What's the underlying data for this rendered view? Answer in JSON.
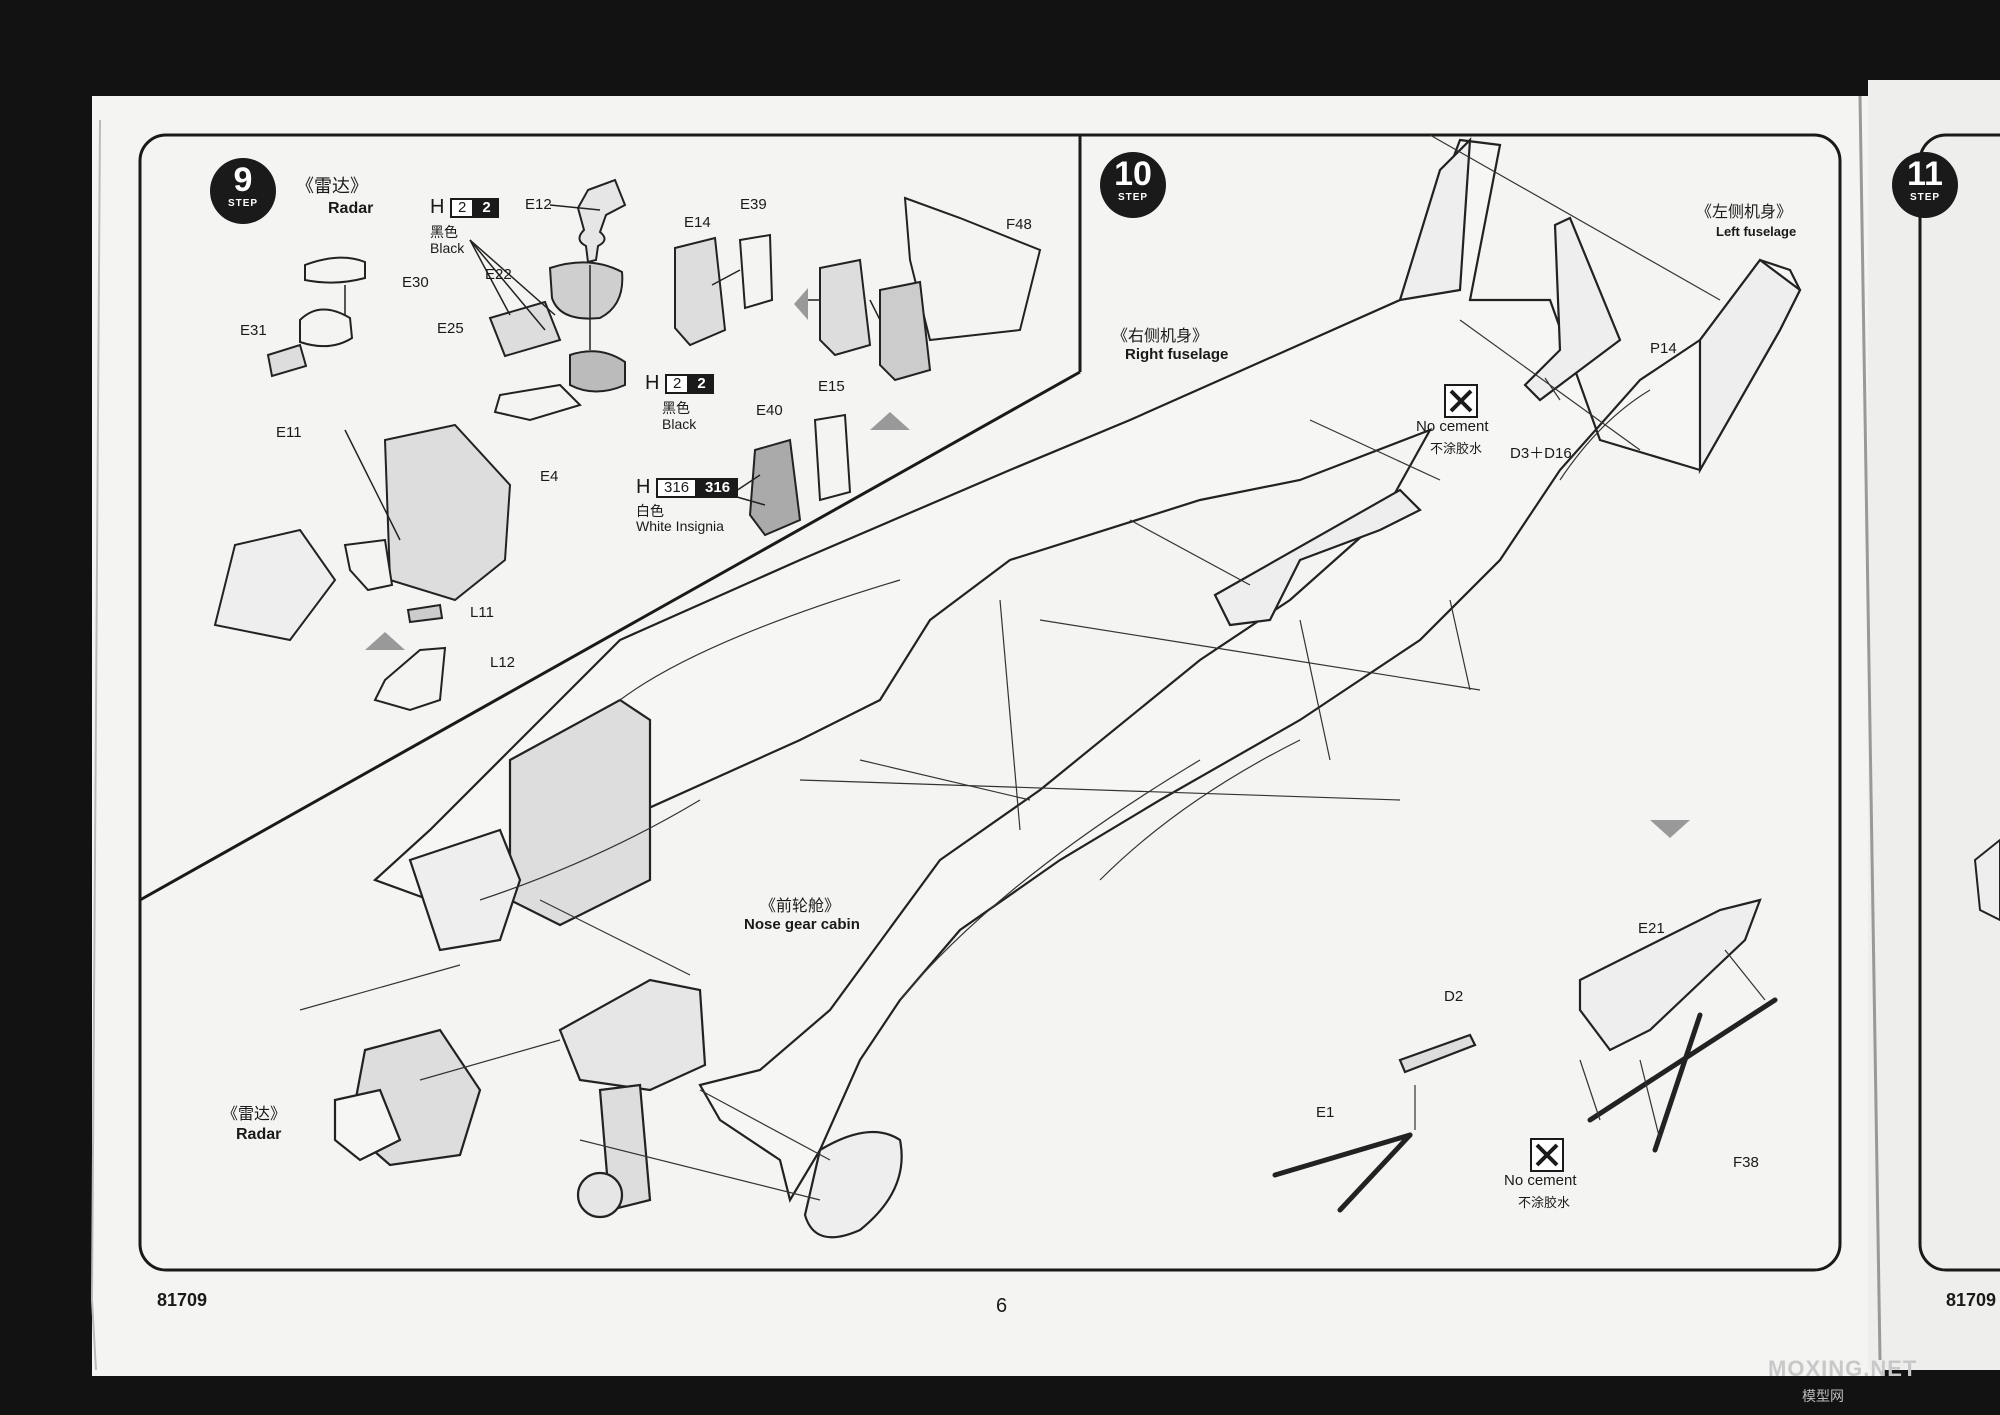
{
  "page_number": "6",
  "kit_number": "81709",
  "watermark": "MOXING.NET",
  "watermark_cn": "模型网",
  "step_label": "STEP",
  "steps": {
    "step9": {
      "number": "9",
      "title_cn": "《雷达》",
      "title_en": "Radar"
    },
    "step10": {
      "number": "10"
    },
    "step11": {
      "number": "11"
    }
  },
  "paints": {
    "h2_top": {
      "prefix": "H",
      "code_light": "2",
      "code_dark": "2",
      "name_cn": "黑色",
      "name_en": "Black"
    },
    "h2_mid": {
      "prefix": "H",
      "code_light": "2",
      "code_dark": "2",
      "name_cn": "黑色",
      "name_en": "Black"
    },
    "h316": {
      "prefix": "H",
      "code_light": "316",
      "code_dark": "316",
      "name_cn": "白色",
      "name_en": "White Insignia"
    }
  },
  "parts": {
    "E12": "E12",
    "E14": "E14",
    "E39": "E39",
    "F48": "F48",
    "E30": "E30",
    "E31": "E31",
    "E22": "E22",
    "E25": "E25",
    "E11": "E11",
    "E4": "E4",
    "E15": "E15",
    "E40": "E40",
    "L11": "L11",
    "L12": "L12",
    "P14": "P14",
    "D3D16": "D3＋D16",
    "D2": "D2",
    "E1": "E1",
    "E21": "E21",
    "F38": "F38"
  },
  "callouts": {
    "right_fuselage_cn": "《右侧机身》",
    "right_fuselage_en": "Right fuselage",
    "left_fuselage_cn": "《左侧机身》",
    "left_fuselage_en": "Left fuselage",
    "nose_gear_cn": "《前轮舱》",
    "nose_gear_en": "Nose gear cabin",
    "radar_cn": "《雷达》",
    "radar_en": "Radar"
  },
  "no_cement": {
    "en": "No cement",
    "cn": "不涂胶水"
  }
}
